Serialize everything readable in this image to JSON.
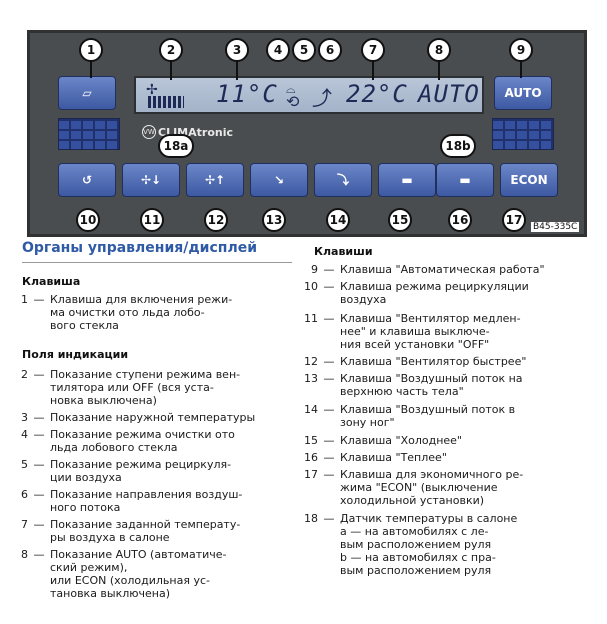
{
  "diagram": {
    "callouts_top": [
      "1",
      "2",
      "3",
      "4",
      "5",
      "6",
      "7",
      "8",
      "9"
    ],
    "callouts_bottom": [
      "10",
      "11",
      "12",
      "13",
      "14",
      "15",
      "16",
      "17"
    ],
    "sensor_a": "18a",
    "sensor_b": "18b",
    "lcd": {
      "outside_temp": "11°C",
      "set_temp": "22°C",
      "mode": "AUTO"
    },
    "buttons": {
      "auto": "AUTO",
      "econ": "ECON"
    },
    "brand": "CLIMAtronic",
    "figure_code": "B45-335C"
  },
  "left": {
    "title": "Органы управления/дисплей",
    "section1": "Клавиша",
    "items1": [
      {
        "num": "1",
        "lines": [
          "Клавиша для включения режи-",
          "ма очистки ото льда лобо-",
          "вого стекла"
        ]
      }
    ],
    "section2": "Поля индикации",
    "items2": [
      {
        "num": "2",
        "lines": [
          "Показание ступени режима вен-",
          "тилятора или OFF (вся уста-",
          "новка выключена)"
        ]
      },
      {
        "num": "3",
        "lines": [
          "Показание наружной температуры"
        ]
      },
      {
        "num": "4",
        "lines": [
          "Показание режима очистки ото",
          "льда лобового стекла"
        ]
      },
      {
        "num": "5",
        "lines": [
          "Показание режима рециркуля-",
          "ции воздуха"
        ]
      },
      {
        "num": "6",
        "lines": [
          "Показание направления воздуш-",
          "ного потока"
        ]
      },
      {
        "num": "7",
        "lines": [
          "Показание заданной температу-",
          "ры воздуха в салоне"
        ]
      },
      {
        "num": "8",
        "lines": [
          "Показание AUTO (автоматиче-",
          "ский режим),",
          "или ECON (холодильная ус-",
          "тановка выключена)"
        ]
      }
    ]
  },
  "right": {
    "section": "Клавиши",
    "items": [
      {
        "num": "9",
        "lines": [
          "Клавиша \"Автоматическая работа\""
        ]
      },
      {
        "num": "10",
        "lines": [
          "Клавиша режима рециркуляции",
          "воздуха"
        ]
      },
      {
        "num": "11",
        "lines": [
          "Клавиша \"Вентилятор медлен-",
          "нее\" и клавиша выключе-",
          "ния всей установки \"OFF\""
        ]
      },
      {
        "num": "12",
        "lines": [
          "Клавиша \"Вентилятор быстрее\""
        ]
      },
      {
        "num": "13",
        "lines": [
          "Клавиша \"Воздушный поток на",
          "верхнюю часть тела\""
        ]
      },
      {
        "num": "14",
        "lines": [
          "Клавиша \"Воздушный поток в",
          "зону ног\""
        ]
      },
      {
        "num": "15",
        "lines": [
          "Клавиша \"Холоднее\""
        ]
      },
      {
        "num": "16",
        "lines": [
          "Клавиша \"Теплее\""
        ]
      },
      {
        "num": "17",
        "lines": [
          "Клавиша для экономичного ре-",
          "жима \"ECON\" (выключение",
          "холодильной установки)"
        ]
      },
      {
        "num": "18",
        "lines": [
          "Датчик температуры в салоне",
          "a — на автомобилях с ле-",
          "вым расположением руля",
          "b — на автомобилях с пра-",
          "вым расположением руля"
        ]
      }
    ]
  },
  "colors": {
    "panel": "#4a4d50",
    "button": "#4f6bb5",
    "lcd": "#aebdd2",
    "heading": "#2f5aa6"
  }
}
